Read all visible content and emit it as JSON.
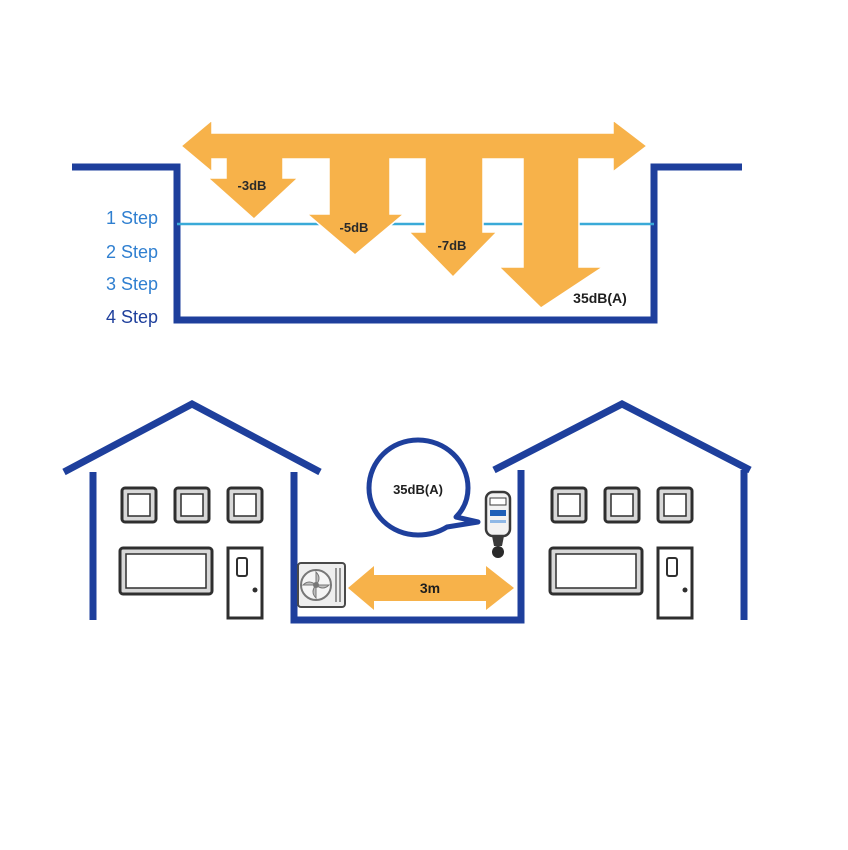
{
  "colors": {
    "structure": "#1e3f9c",
    "step1_line": "#3aaad8",
    "arrow_fill": "#f7b24a",
    "arrow_stroke": "#ffffff",
    "window_stroke": "#2f2f2f",
    "text_dark": "#1e1e1e"
  },
  "noise_diagram": {
    "steps": [
      {
        "label": "1 Step",
        "color": "#2f7fd0"
      },
      {
        "label": "2 Step",
        "color": "#2f7fd0"
      },
      {
        "label": "3 Step",
        "color": "#2f7fd0"
      },
      {
        "label": "4 Step",
        "color": "#1e3f9c"
      }
    ],
    "reductions": [
      "-3dB",
      "-5dB",
      "-7dB"
    ],
    "final_level": "35dB(A)"
  },
  "houses_scene": {
    "speech_bubble": "35dB(A)",
    "distance": "3m",
    "icons": [
      "house-icon",
      "outdoor-unit-icon",
      "sound-meter-icon",
      "door-icon",
      "window-icon"
    ]
  }
}
